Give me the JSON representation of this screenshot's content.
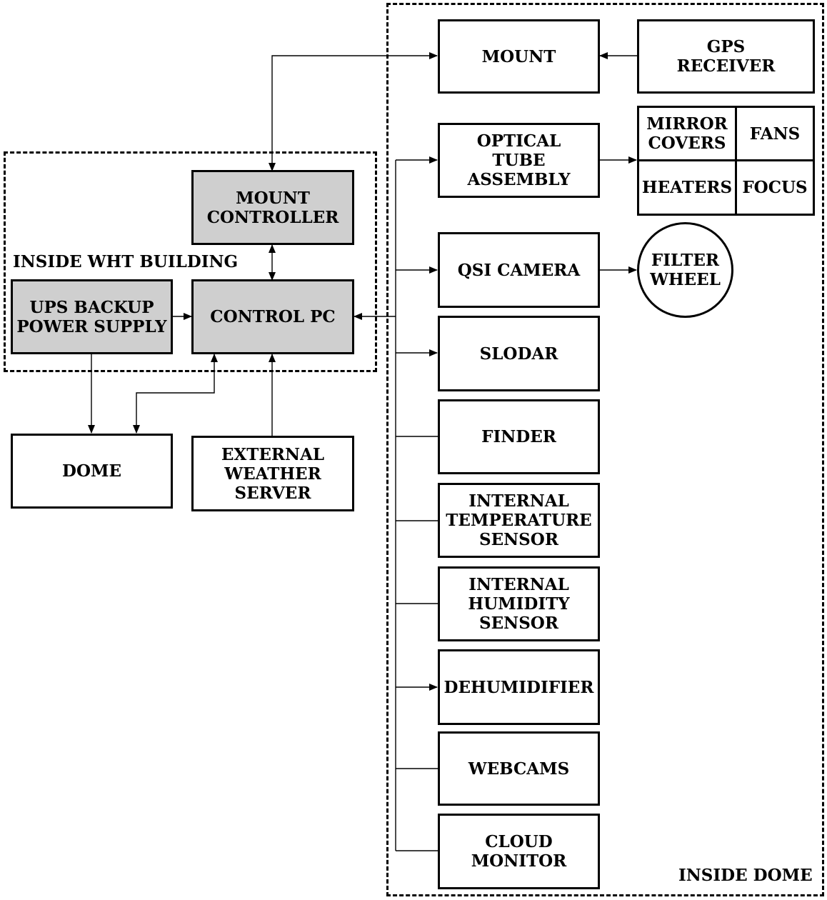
{
  "regions": {
    "inside_dome": "INSIDE DOME",
    "inside_wht": "INSIDE WHT BUILDING"
  },
  "nodes": {
    "mount": "MOUNT",
    "gps": "GPS\nRECEIVER",
    "ota": "OPTICAL\nTUBE\nASSEMBLY",
    "mirror_covers": "MIRROR\nCOVERS",
    "fans": "FANS",
    "heaters": "HEATERS",
    "focus": "FOCUS",
    "qsi_camera": "QSI CAMERA",
    "filter_wheel": "FILTER\nWHEEL",
    "slodar": "SLODAR",
    "finder": "FINDER",
    "int_temp": "INTERNAL\nTEMPERATURE\nSENSOR",
    "int_hum": "INTERNAL\nHUMIDITY\nSENSOR",
    "dehumidifier": "DEHUMIDIFIER",
    "webcams": "WEBCAMS",
    "cloud_monitor": "CLOUD\nMONITOR",
    "mount_controller": "MOUNT\nCONTROLLER",
    "control_pc": "CONTROL PC",
    "ups": "UPS BACKUP\nPOWER SUPPLY",
    "dome": "DOME",
    "weather_server": "EXTERNAL\nWEATHER\nSERVER"
  }
}
